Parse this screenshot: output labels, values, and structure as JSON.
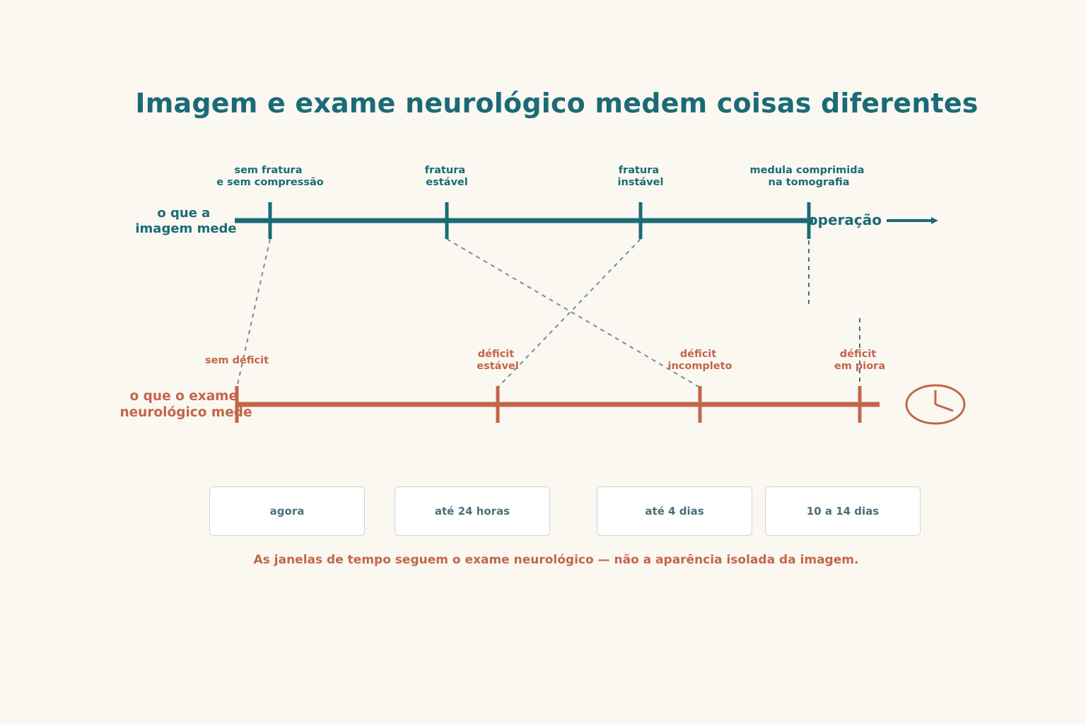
{
  "title": "Imagem e exame neurológico medem coisas diferentes",
  "colors": {
    "teal": "#1b6b76",
    "rust": "#c4654a",
    "dash": "#7a8c8e",
    "background": "#faf8f1"
  },
  "imaging_axis": {
    "label": [
      "o que a",
      "imagem mede"
    ],
    "end_label": "operação",
    "markers": [
      {
        "label": [
          "sem fratura",
          "e sem compressão"
        ]
      },
      {
        "label": [
          "fratura",
          "estável"
        ]
      },
      {
        "label": [
          "fratura",
          "instável"
        ]
      },
      {
        "label": [
          "medula comprimida",
          "na tomografia"
        ]
      }
    ]
  },
  "neuro_axis": {
    "label": [
      "o que o exame",
      "neurológico mede"
    ],
    "end_icon": "clock-icon",
    "markers": [
      {
        "label": [
          "sem déficit"
        ]
      },
      {
        "label": [
          "déficit",
          "estável"
        ]
      },
      {
        "label": [
          "déficit",
          "incompleto"
        ]
      },
      {
        "label": [
          "déficit",
          "em piora"
        ]
      }
    ]
  },
  "time_windows": [
    "agora",
    "até 24 horas",
    "até 4 dias",
    "10 a 14 dias"
  ],
  "footnote": "As janelas de tempo seguem o exame neurológico — não a aparência isolada da imagem."
}
